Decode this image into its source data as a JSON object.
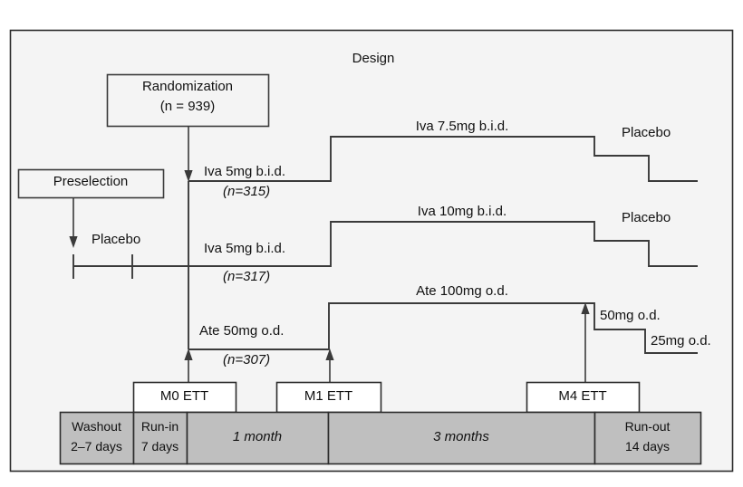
{
  "figure": {
    "title": "Design",
    "background_color": "#f4f4f4",
    "frame_color": "#2b2b2b",
    "line_color": "#3a3a3a",
    "bar_fill_color": "#bfbfbf",
    "box_fill_color": "#f4f4f4"
  },
  "boxes": {
    "randomization": {
      "line1": "Randomization",
      "line2": "(n = 939)"
    },
    "preselection": {
      "label": "Preselection"
    }
  },
  "preselection_arm": {
    "placebo_label": "Placebo"
  },
  "arms": [
    {
      "id": "iva-high",
      "start_label": "Iva 5mg b.i.d.",
      "start_n": "(n=315)",
      "mid_label": "Iva 7.5mg b.i.d.",
      "end_label": "Placebo"
    },
    {
      "id": "iva-low",
      "start_label": "Iva 5mg b.i.d.",
      "start_n": "(n=317)",
      "mid_label": "Iva 10mg b.i.d.",
      "end_label": "Placebo"
    },
    {
      "id": "atenolol",
      "start_label": "Ate 50mg o.d.",
      "start_n": "(n=307)",
      "mid_label": "Ate 100mg o.d.",
      "taper_label_1": "50mg o.d.",
      "taper_label_2": "25mg o.d."
    }
  ],
  "ett_visits": [
    {
      "id": "m0",
      "label": "M0 ETT"
    },
    {
      "id": "m1",
      "label": "M1 ETT"
    },
    {
      "id": "m4",
      "label": "M4 ETT"
    }
  ],
  "timeline": [
    {
      "id": "washout",
      "line1": "Washout",
      "line2": "2–7 days",
      "italic": false
    },
    {
      "id": "run-in",
      "line1": "Run-in",
      "line2": "7 days",
      "italic": false
    },
    {
      "id": "one-month",
      "line1": "1 month",
      "line2": "",
      "italic": true
    },
    {
      "id": "three-months",
      "line1": "3 months",
      "line2": "",
      "italic": true
    },
    {
      "id": "run-out",
      "line1": "Run-out",
      "line2": "14 days",
      "italic": false
    }
  ]
}
